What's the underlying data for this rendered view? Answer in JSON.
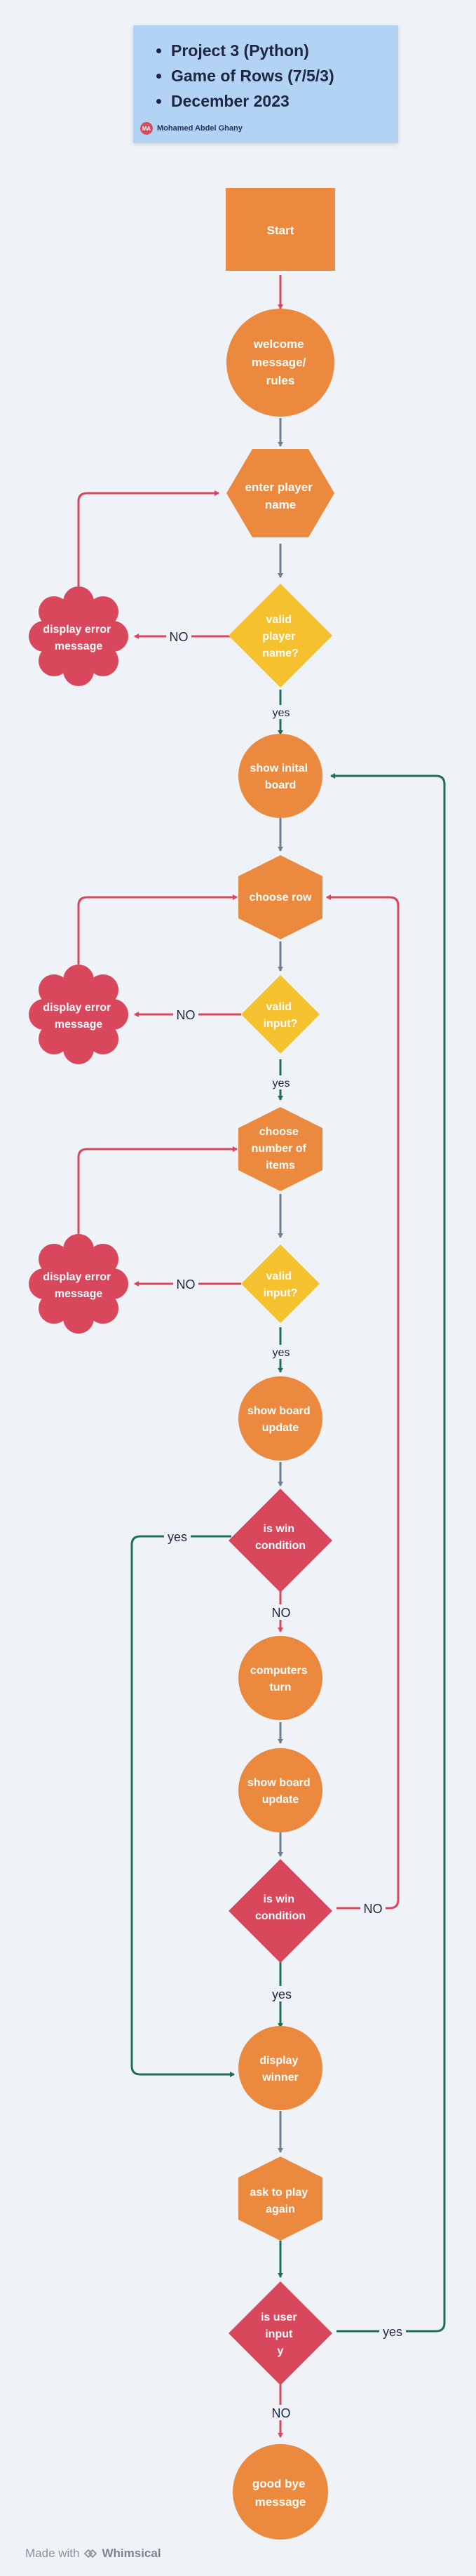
{
  "note": {
    "items": [
      "Project 3 (Python)",
      "Game of Rows (7/5/3)",
      "December 2023"
    ],
    "author_initials": "MA",
    "author": "Mohamed Abdel Ghany"
  },
  "nodes": {
    "start": [
      "Start"
    ],
    "welcome": [
      "welcome",
      "message/",
      "rules"
    ],
    "enter_name": [
      "enter player",
      "name"
    ],
    "valid_name": [
      "valid",
      "player",
      "name?"
    ],
    "error_1": [
      "display error",
      "message"
    ],
    "show_board": [
      "show inital",
      "board"
    ],
    "choose_row": [
      "choose row"
    ],
    "valid_input_1": [
      "valid",
      "input?"
    ],
    "error_2": [
      "display error",
      "message"
    ],
    "choose_items": [
      "choose",
      "number of",
      "items"
    ],
    "valid_input_2": [
      "valid",
      "input?"
    ],
    "error_3": [
      "display error",
      "message"
    ],
    "board_update_1": [
      "show board",
      "update"
    ],
    "win_1": [
      "is win",
      "condition"
    ],
    "computer_turn": [
      "computers",
      "turn"
    ],
    "board_update_2": [
      "show board",
      "update"
    ],
    "win_2": [
      "is win",
      "condition"
    ],
    "display_winner": [
      "display",
      "winner"
    ],
    "play_again": [
      "ask to play",
      "again"
    ],
    "user_input": [
      "is user",
      "input",
      "y"
    ],
    "good_bye": [
      "good bye",
      "message"
    ]
  },
  "labels": {
    "no_1": "NO",
    "yes_1": "yes",
    "no_2": "NO",
    "yes_2": "yes",
    "no_3": "NO",
    "yes_3": "yes",
    "yes_win_1": "yes",
    "no_win_1": "NO",
    "no_win_2": "NO",
    "yes_win_2": "yes",
    "yes_replay": "yes",
    "no_replay": "NO"
  },
  "colors": {
    "orange": "#eb8a3e",
    "yellow": "#f5c12f",
    "red": "#d8475c",
    "green": "#1e6e5a",
    "blue_gray": "#6d808f"
  },
  "footer": {
    "prefix": "Made with",
    "brand": "Whimsical"
  }
}
